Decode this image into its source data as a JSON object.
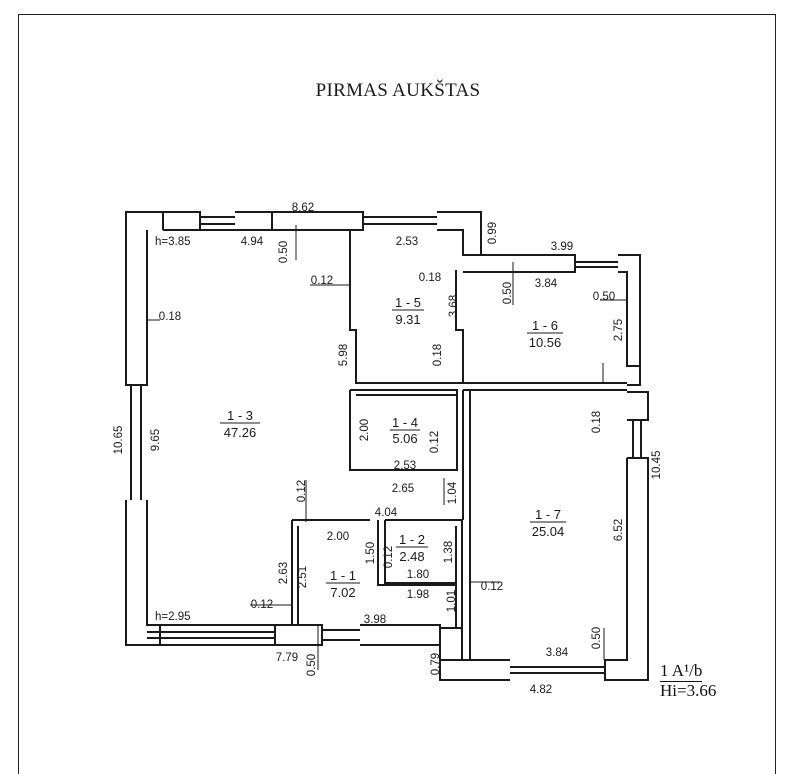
{
  "title": "PIRMAS AUKŠTAS",
  "legend": {
    "line1": "1 A¹/b",
    "line2": "Hi=3.66"
  },
  "heights": [
    "h=3.85",
    "h=2.95"
  ],
  "rooms": [
    {
      "id": "1 - 1",
      "area": "7.02"
    },
    {
      "id": "1 - 2",
      "area": "2.48"
    },
    {
      "id": "1 - 3",
      "area": "47.26"
    },
    {
      "id": "1 - 4",
      "area": "5.06"
    },
    {
      "id": "1 - 5",
      "area": "9.31"
    },
    {
      "id": "1 - 6",
      "area": "10.56"
    },
    {
      "id": "1 - 7",
      "area": "25.04"
    }
  ],
  "dimensions": [
    "8.62",
    "4.94",
    "0.50",
    "2.53",
    "0.99",
    "3.99",
    "0.12",
    "0.18",
    "3.68",
    "3.84",
    "0.50",
    "0.50",
    "2.75",
    "0.18",
    "5.98",
    "0.18",
    "10.65",
    "9.65",
    "2.00",
    "0.12",
    "2.53",
    "0.18",
    "10.45",
    "2.65",
    "1.04",
    "0.12",
    "4.04",
    "6.52",
    "2.00",
    "1.50",
    "1.38",
    "0.12",
    "2.63",
    "2.51",
    "1.80",
    "1.98",
    "1.01",
    "0.12",
    "0.12",
    "3.98",
    "0.50",
    "3.84",
    "7.79",
    "0.50",
    "0.79",
    "4.82"
  ]
}
